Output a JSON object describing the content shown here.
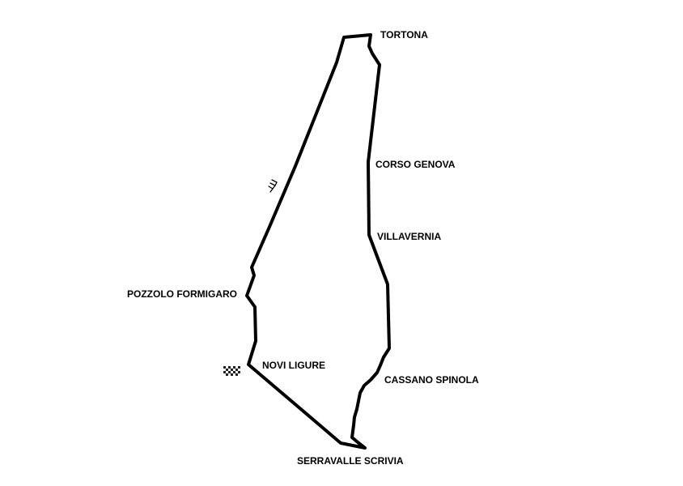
{
  "map": {
    "track_color": "#000000",
    "background_color": "#ffffff",
    "locations": [
      {
        "id": "tortona",
        "label": "TORTONA"
      },
      {
        "id": "corso-genova",
        "label": "CORSO GENOVA"
      },
      {
        "id": "villavernia",
        "label": "VILLAVERNIA"
      },
      {
        "id": "pozzolo-formigaro",
        "label": "POZZOLO FORMIGARO"
      },
      {
        "id": "novi-ligure",
        "label": "NOVI LIGURE"
      },
      {
        "id": "cassano-spinola",
        "label": "CASSANO SPINOLA"
      },
      {
        "id": "serravalle-scrivia",
        "label": "SERRAVALLE SCRIVIA"
      }
    ],
    "icons": {
      "direction": "direction-arrows-icon",
      "start_finish": "checkered-flag-icon"
    }
  }
}
